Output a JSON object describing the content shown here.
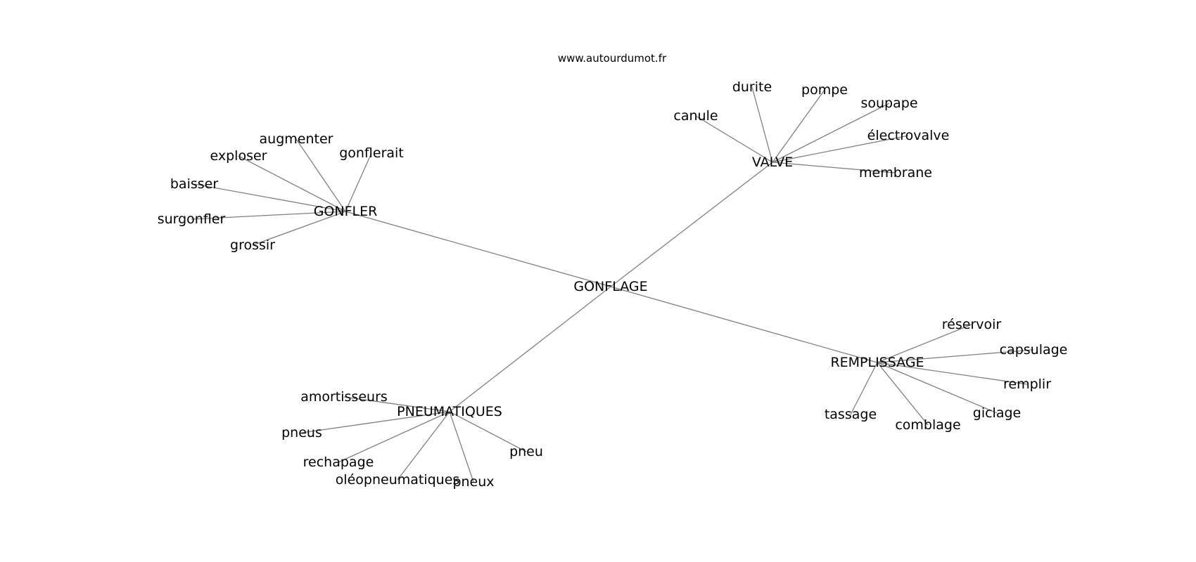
{
  "source": "www.autourdumot.fr",
  "graph": {
    "center": "GONFLAGE",
    "clusters": [
      {
        "hub": "GONFLER",
        "leaves": [
          "augmenter",
          "gonflerait",
          "exploser",
          "baisser",
          "surgonfler",
          "grossir"
        ]
      },
      {
        "hub": "VALVE",
        "leaves": [
          "durite",
          "pompe",
          "soupape",
          "canule",
          "électrovalve",
          "membrane"
        ]
      },
      {
        "hub": "REMPLISSAGE",
        "leaves": [
          "réservoir",
          "capsulage",
          "remplir",
          "giclage",
          "comblage",
          "tassage"
        ]
      },
      {
        "hub": "PNEUMATIQUES",
        "leaves": [
          "amortisseurs",
          "pneus",
          "rechapage",
          "oléopneumatiques",
          "pneux",
          "pneu"
        ]
      }
    ]
  }
}
